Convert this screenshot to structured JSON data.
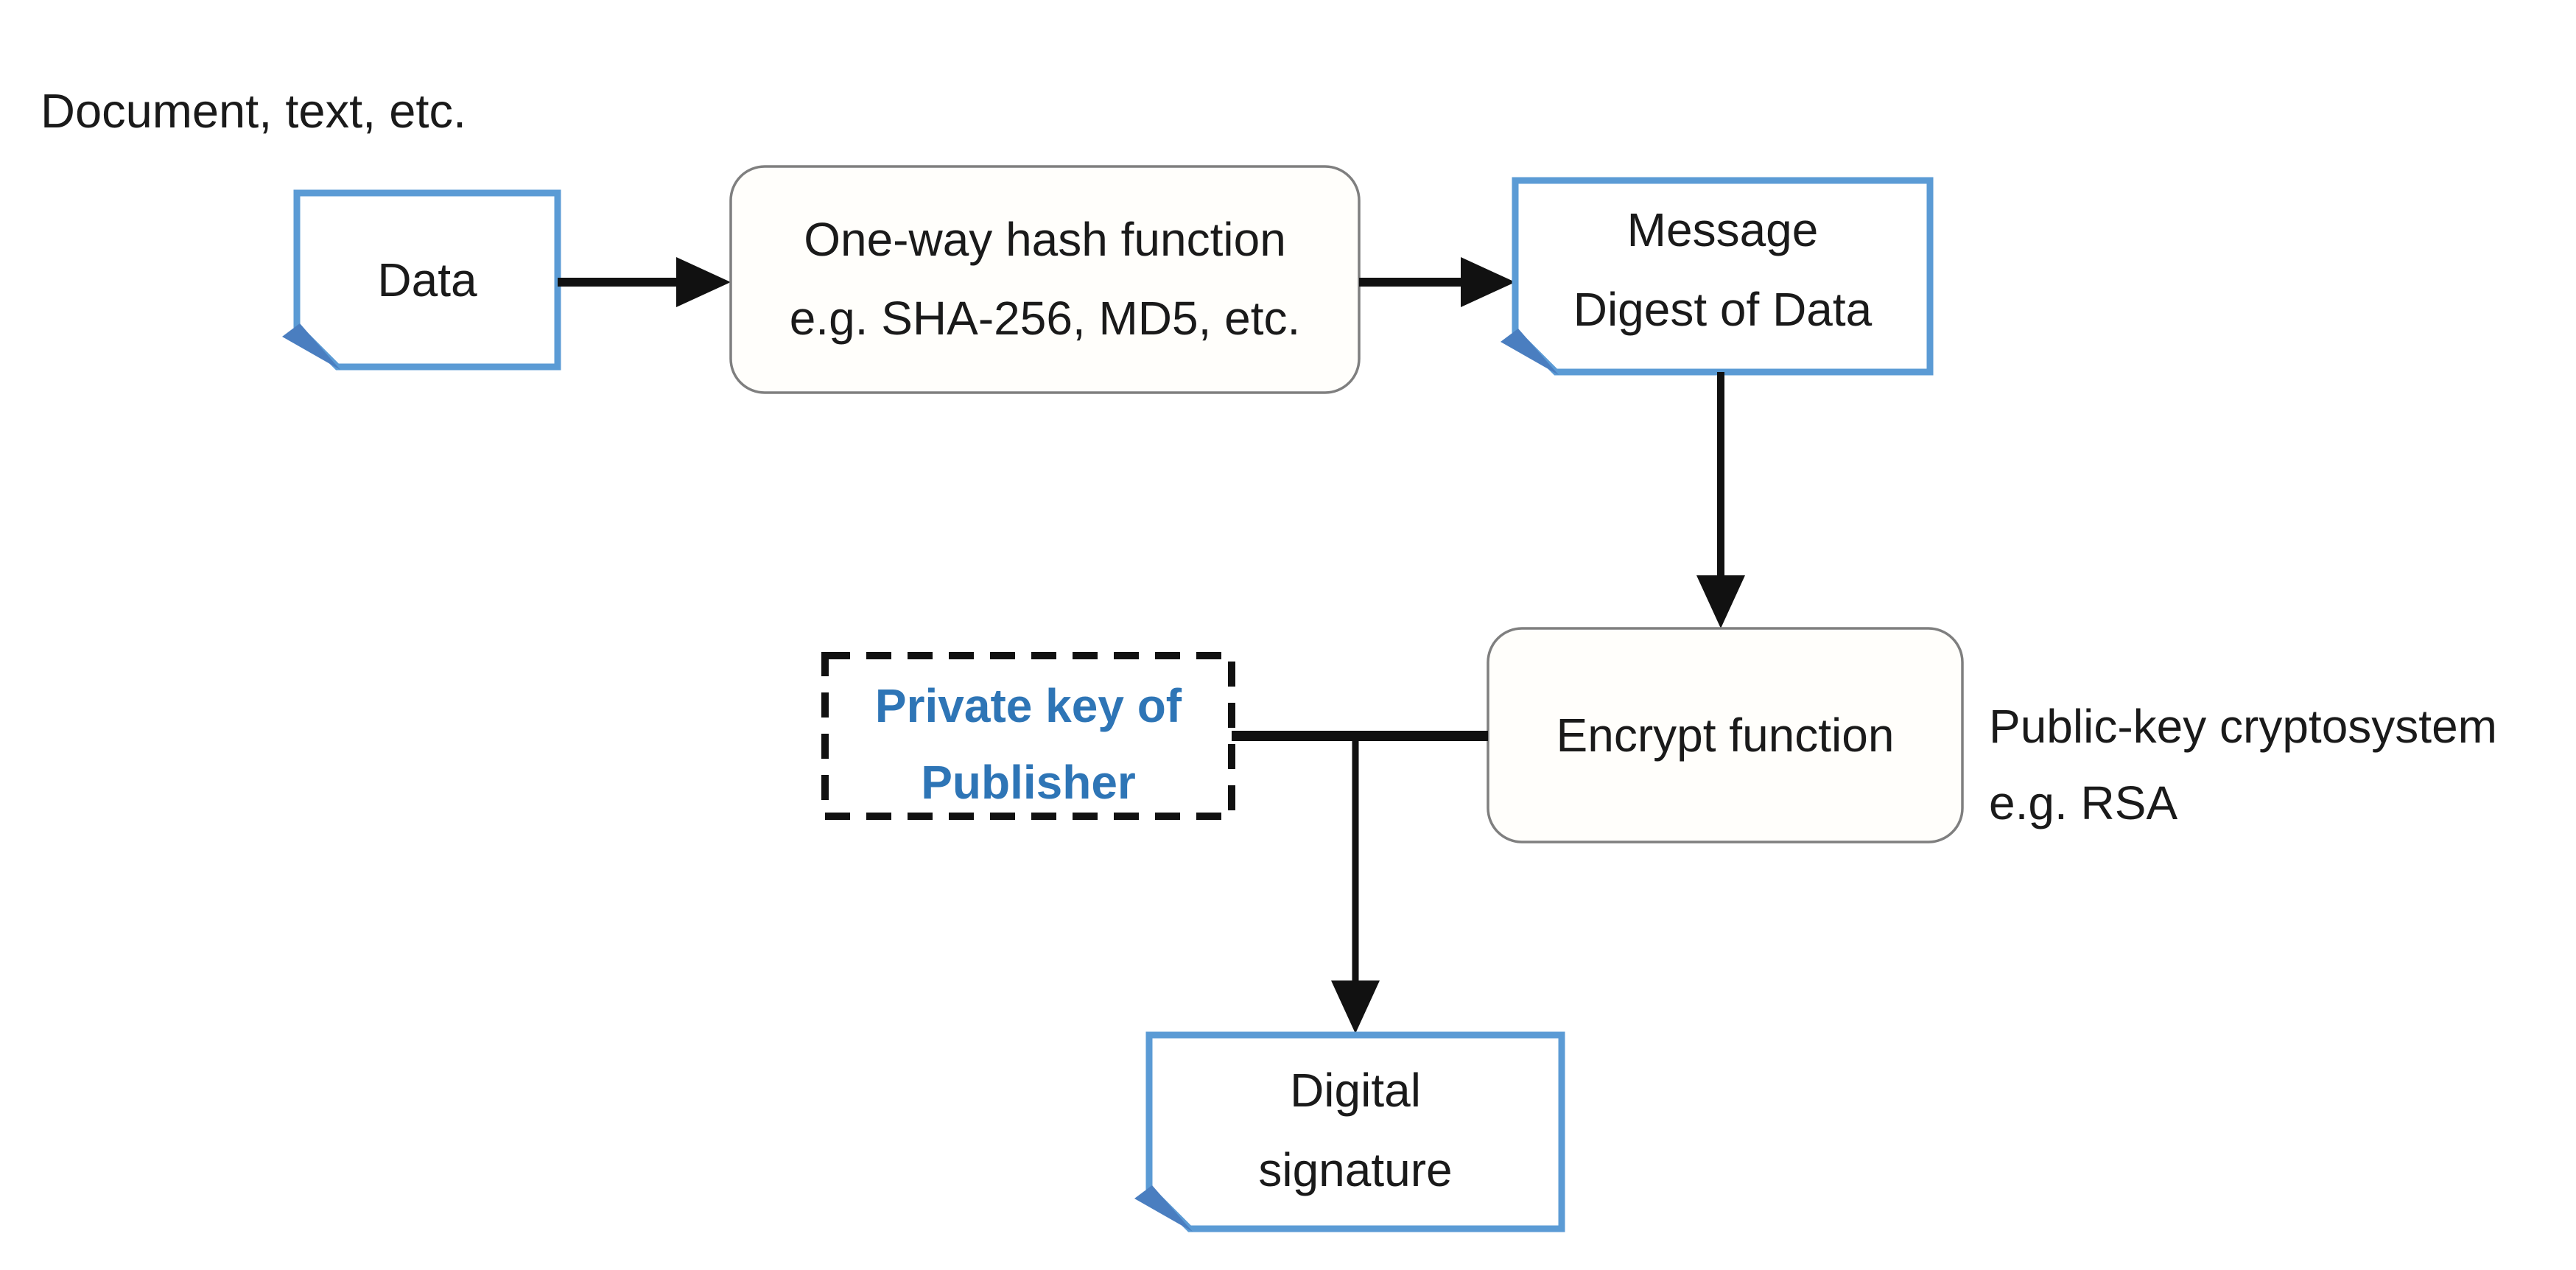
{
  "diagram": {
    "caption": "Document, text, etc.",
    "nodes": {
      "data": {
        "label": "Data"
      },
      "hash": {
        "line1": "One-way hash function",
        "line2": "e.g. SHA-256, MD5, etc."
      },
      "digest": {
        "line1": "Message",
        "line2": "Digest of Data"
      },
      "private_key": {
        "line1": "Private key of",
        "line2": "Publisher"
      },
      "encrypt": {
        "label": "Encrypt function"
      },
      "signature": {
        "line1": "Digital",
        "line2": "signature"
      }
    },
    "annotation": {
      "line1": "Public-key cryptosystem",
      "line2": "e.g. RSA"
    },
    "colors": {
      "doc_border": "#5B9BD5",
      "fold_fill": "#4a7ec0",
      "process_border": "#7f7f7f",
      "dashed_border": "#111111",
      "arrow": "#111111",
      "key_text": "#2E75B6",
      "text": "#1a1a1a",
      "background": "#ffffff"
    }
  }
}
